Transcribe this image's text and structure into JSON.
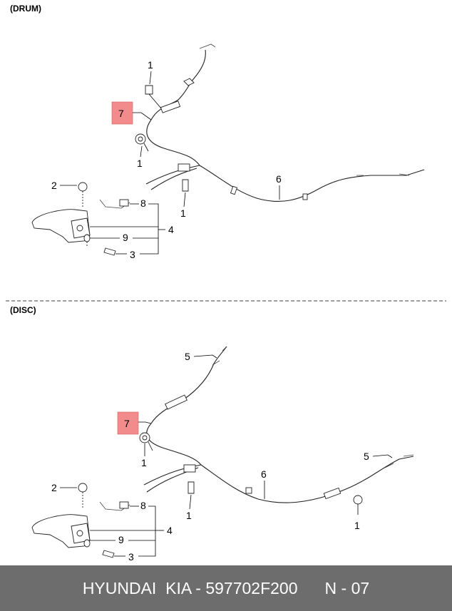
{
  "sections": {
    "drum": {
      "label": "(DRUM)"
    },
    "disc": {
      "label": "(DISC)"
    }
  },
  "drum_callouts": {
    "c1a": "1",
    "c1b": "1",
    "c1c": "1",
    "c2": "2",
    "c3": "3",
    "c4": "4",
    "c6": "6",
    "c7": "7",
    "c8": "8",
    "c9": "9"
  },
  "disc_callouts": {
    "c1a": "1",
    "c1b": "1",
    "c1c": "1",
    "c2": "2",
    "c3": "3",
    "c4": "4",
    "c5a": "5",
    "c5b": "5",
    "c6": "6",
    "c7": "7",
    "c8": "8",
    "c9": "9"
  },
  "footer": {
    "brand": "HYUNDAI  KIA - 597702F200",
    "page": "N - 07"
  },
  "colors": {
    "highlight": "#f28b8b",
    "footer_bg": "#6d6d6d"
  }
}
